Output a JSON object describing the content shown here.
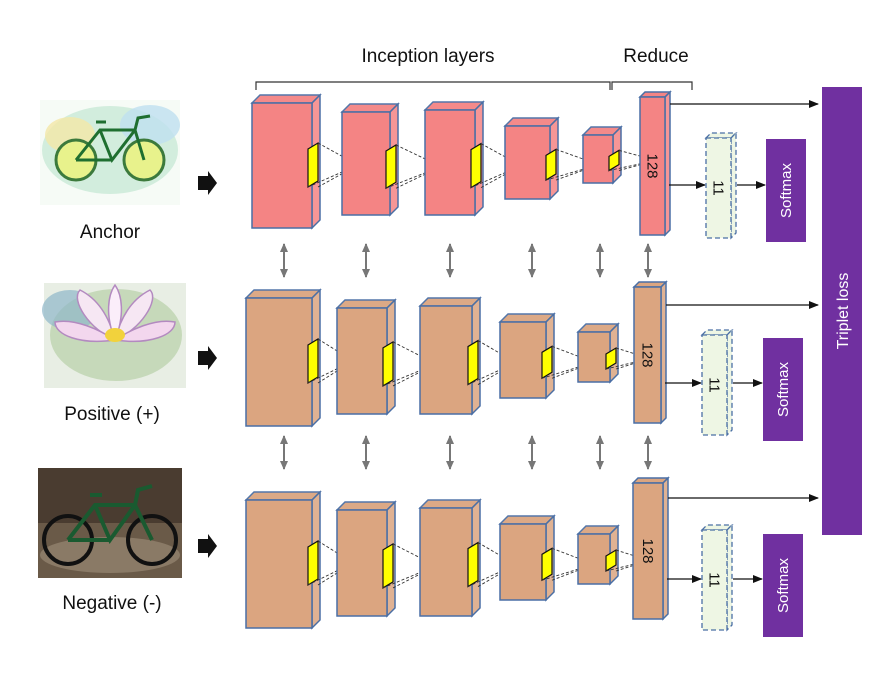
{
  "header": {
    "inception_label": "Inception layers",
    "reduce_label": "Reduce"
  },
  "rows": [
    {
      "label": "Anchor",
      "image_icon": "watercolor-bicycle-icon",
      "dim_label": "128",
      "class_label": "11",
      "softmax_label": "Softmax",
      "fill": "#f48484"
    },
    {
      "label": "Positive (+)",
      "image_icon": "watercolor-lotus-icon",
      "dim_label": "128",
      "class_label": "11",
      "softmax_label": "Softmax",
      "fill": "#dba580"
    },
    {
      "label": "Negative (-)",
      "image_icon": "bicycle-photo-icon",
      "dim_label": "128",
      "class_label": "11",
      "softmax_label": "Softmax",
      "fill": "#dba580"
    }
  ],
  "triplet_loss_label": "Triplet loss",
  "colors": {
    "anchor_block": "#f48484",
    "block": "#dba580",
    "block_edge": "#4a6fa5",
    "kernel": "#ffff00",
    "class_box": "#eef6e4",
    "softmax": "#7030a0",
    "triplet": "#7030a0"
  }
}
